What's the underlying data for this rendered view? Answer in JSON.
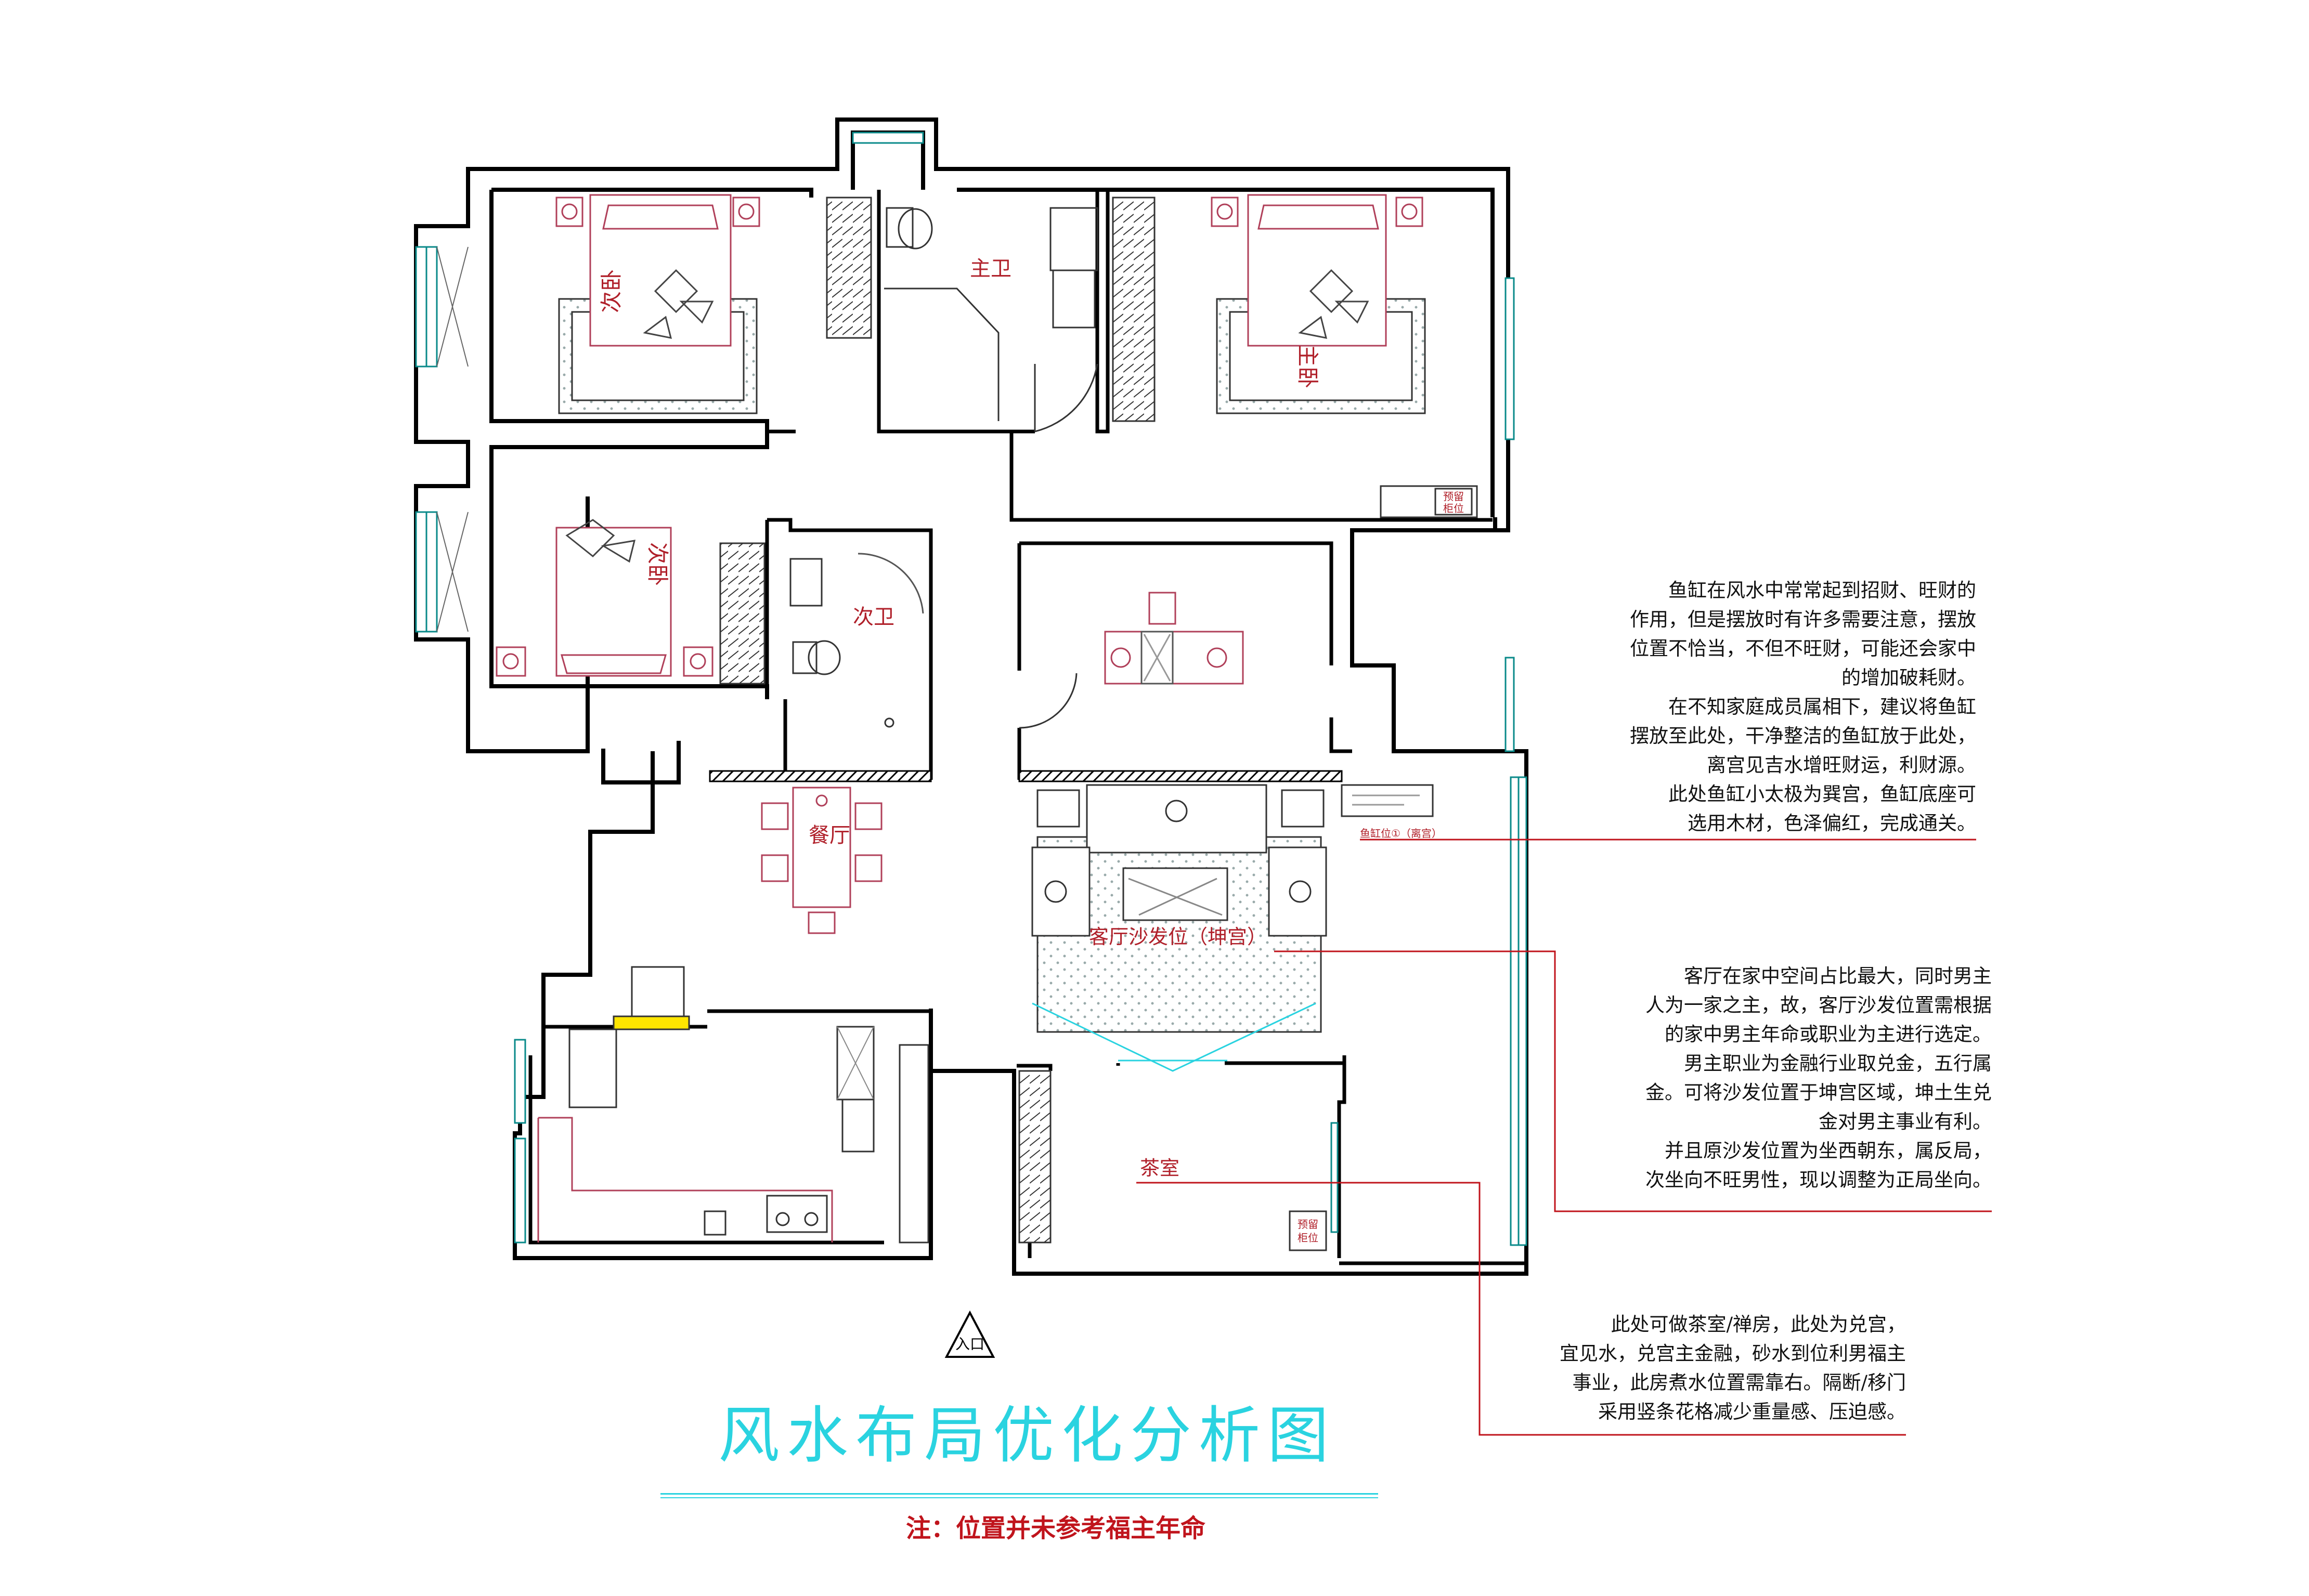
{
  "rooms": {
    "second_bedroom_a": "次卧",
    "master_bath": "主卫",
    "master_bedroom": "主卧",
    "second_bedroom_b": "次卧",
    "second_bath": "次卫",
    "dining": "餐厅",
    "living_sofa": "客厅沙发位（坤宫）",
    "tea_room": "茶室",
    "fish_tank_tag": "鱼缸位①（离宫）",
    "entrance": "入口",
    "reserve_tag_line1": "预留",
    "reserve_tag_line2": "柜位"
  },
  "notes": {
    "fish_tank": [
      "鱼缸在风水中常常起到招财、旺财的",
      "作用，但是摆放时有许多需要注意，摆放",
      "位置不恰当，不但不旺财，可能还会家中",
      "的增加破耗财。",
      "在不知家庭成员属相下，建议将鱼缸",
      "摆放至此处，干净整洁的鱼缸放于此处，",
      "离宫见吉水增旺财运，利财源。",
      "此处鱼缸小太极为巽宫，鱼缸底座可",
      "选用木材，色泽偏红，完成通关。"
    ],
    "sofa": [
      "客厅在家中空间占比最大，同时男主",
      "人为一家之主，故，客厅沙发位置需根据",
      "的家中男主年命或职业为主进行选定。",
      "男主职业为金融行业取兑金，五行属",
      "金。可将沙发位置于坤宫区域，坤土生兑",
      "金对男主事业有利。",
      "并且原沙发位置为坐西朝东，属反局，",
      "次坐向不旺男性，现以调整为正局坐向。"
    ],
    "tea_room": [
      "此处可做茶室/禅房，此处为兑宫，",
      "宜见水，兑宫主金融，砂水到位利男福主",
      "事业，此房煮水位置需靠右。隔断/移门",
      "采用竖条花格减少重量感、压迫感。"
    ]
  },
  "title": "风水布局优化分析图",
  "subnote": "注：位置并未参考福主年命",
  "colors": {
    "wall": "#000000",
    "annotation": "#c0141c",
    "furniture": "#b0405a",
    "title": "#2ad3e0",
    "window": "#0a8a8a",
    "highlight": "#ffe600"
  }
}
